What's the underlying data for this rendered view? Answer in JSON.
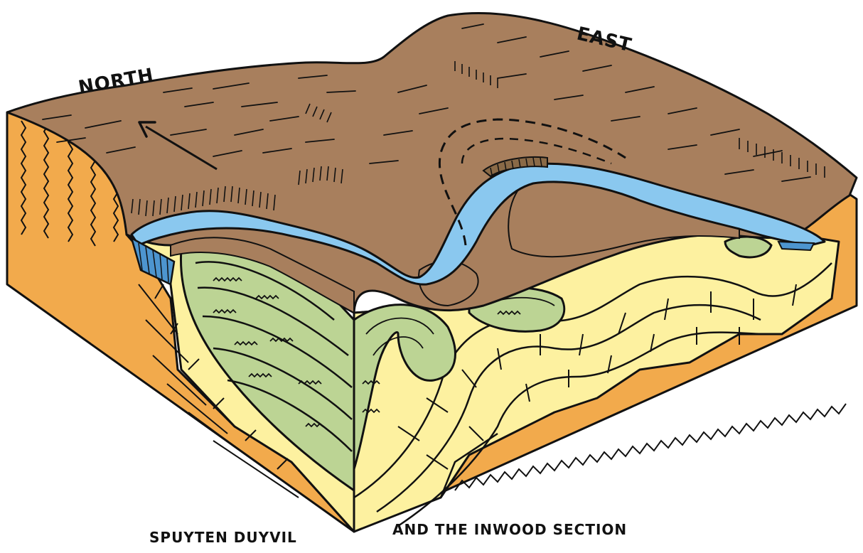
{
  "labels": {
    "north": "NORTH",
    "east": "EAST",
    "caption_left": "SPUYTEN DUYVIL",
    "caption_right": "AND THE INWOOD SECTION"
  },
  "colors": {
    "surface": "#a87f5d",
    "water": "#8ac8ef",
    "schist": "#f2aa4c",
    "marble": "#fdf1a0",
    "gneiss_fold": "#bcd494",
    "outline": "#111111"
  }
}
